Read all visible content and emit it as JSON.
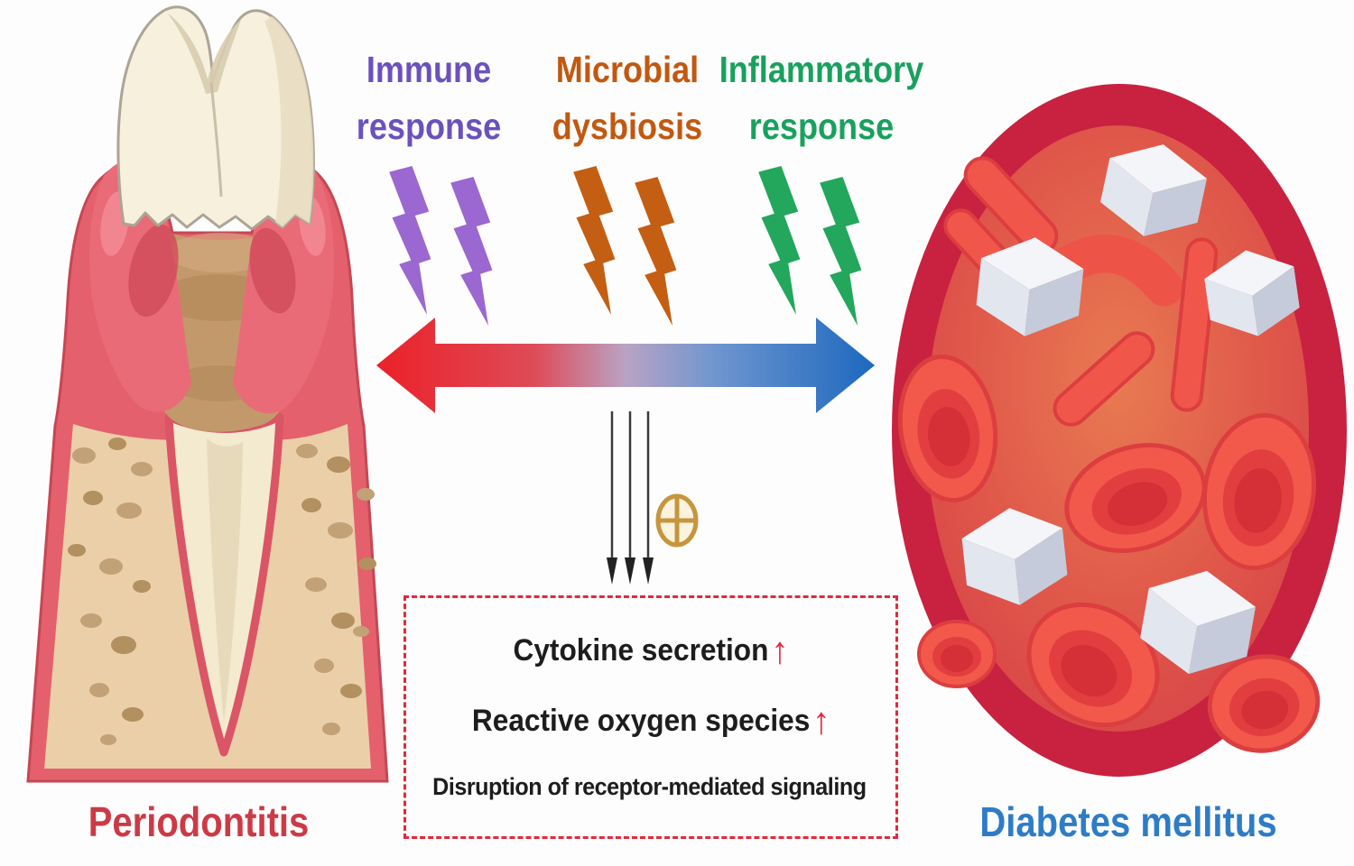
{
  "factors": [
    {
      "line1": "Immune",
      "line2": "response",
      "color": "#6b51bd",
      "bolt_color": "#9b67d0"
    },
    {
      "line1": "Microbial",
      "line2": "dysbiosis",
      "color": "#c25810",
      "bolt_color": "#c45e13"
    },
    {
      "line1": "Inflammatory",
      "line2": "response",
      "color": "#18a15d",
      "bolt_color": "#22a75d"
    }
  ],
  "left_label": {
    "text": "Periodontitis",
    "color": "#cc3a46"
  },
  "right_label": {
    "text": "Diabetes mellitus",
    "color": "#2e7cc6"
  },
  "effects_box": {
    "items": [
      {
        "text": "Cytokine secretion",
        "suffix": "↑"
      },
      {
        "text": "Reactive oxygen species",
        "suffix": "↑"
      },
      {
        "text": "Disruption of receptor-mediated signaling",
        "suffix": ""
      }
    ]
  },
  "icons": {
    "lightning_bolt": "zigzag bolt shape",
    "combination": "circled-plus"
  },
  "colors": {
    "box_border": "#e2293b",
    "up_arrow": "#e2293b",
    "arrow_red": "#ec1f27",
    "arrow_blue": "#1a67be",
    "vessel_wall_red": "#c92140",
    "gum_pink": "#e4606c",
    "bone_tan": "#eacfa9",
    "sugar_cube": "#eef1f6"
  }
}
